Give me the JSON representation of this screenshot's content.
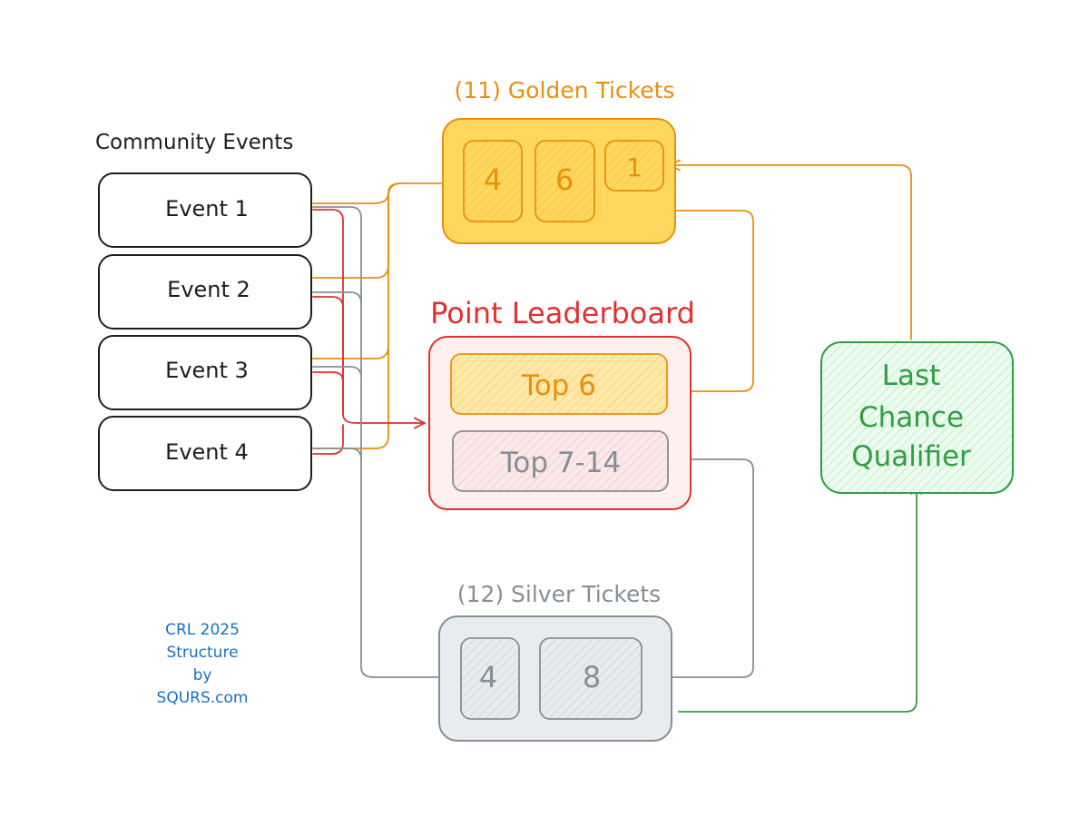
{
  "community": {
    "title": "Community Events",
    "events": [
      "Event 1",
      "Event 2",
      "Event 3",
      "Event 4"
    ]
  },
  "golden": {
    "title": "(11) Golden Tickets",
    "slots": [
      "4",
      "6",
      "1"
    ]
  },
  "leaderboard": {
    "title": "Point Leaderboard",
    "top6": "Top 6",
    "top7_14": "Top 7-14"
  },
  "silver": {
    "title": "(12) Silver Tickets",
    "slots": [
      "4",
      "8"
    ]
  },
  "lcq": {
    "lines": [
      "Last",
      "Chance",
      "Qualifier"
    ]
  },
  "credit": {
    "lines": [
      "CRL 2025",
      "Structure",
      "by",
      "SQURS.com"
    ]
  },
  "colors": {
    "orange": "#e8900c",
    "orange_fill": "#ffd75e",
    "red": "#e03131",
    "red_fill": "#fff0f0",
    "gray": "#868e96",
    "gray_fill": "#e9ecef",
    "green": "#2f9e44",
    "blue": "#1971c2",
    "ink": "#1e1e1e"
  }
}
